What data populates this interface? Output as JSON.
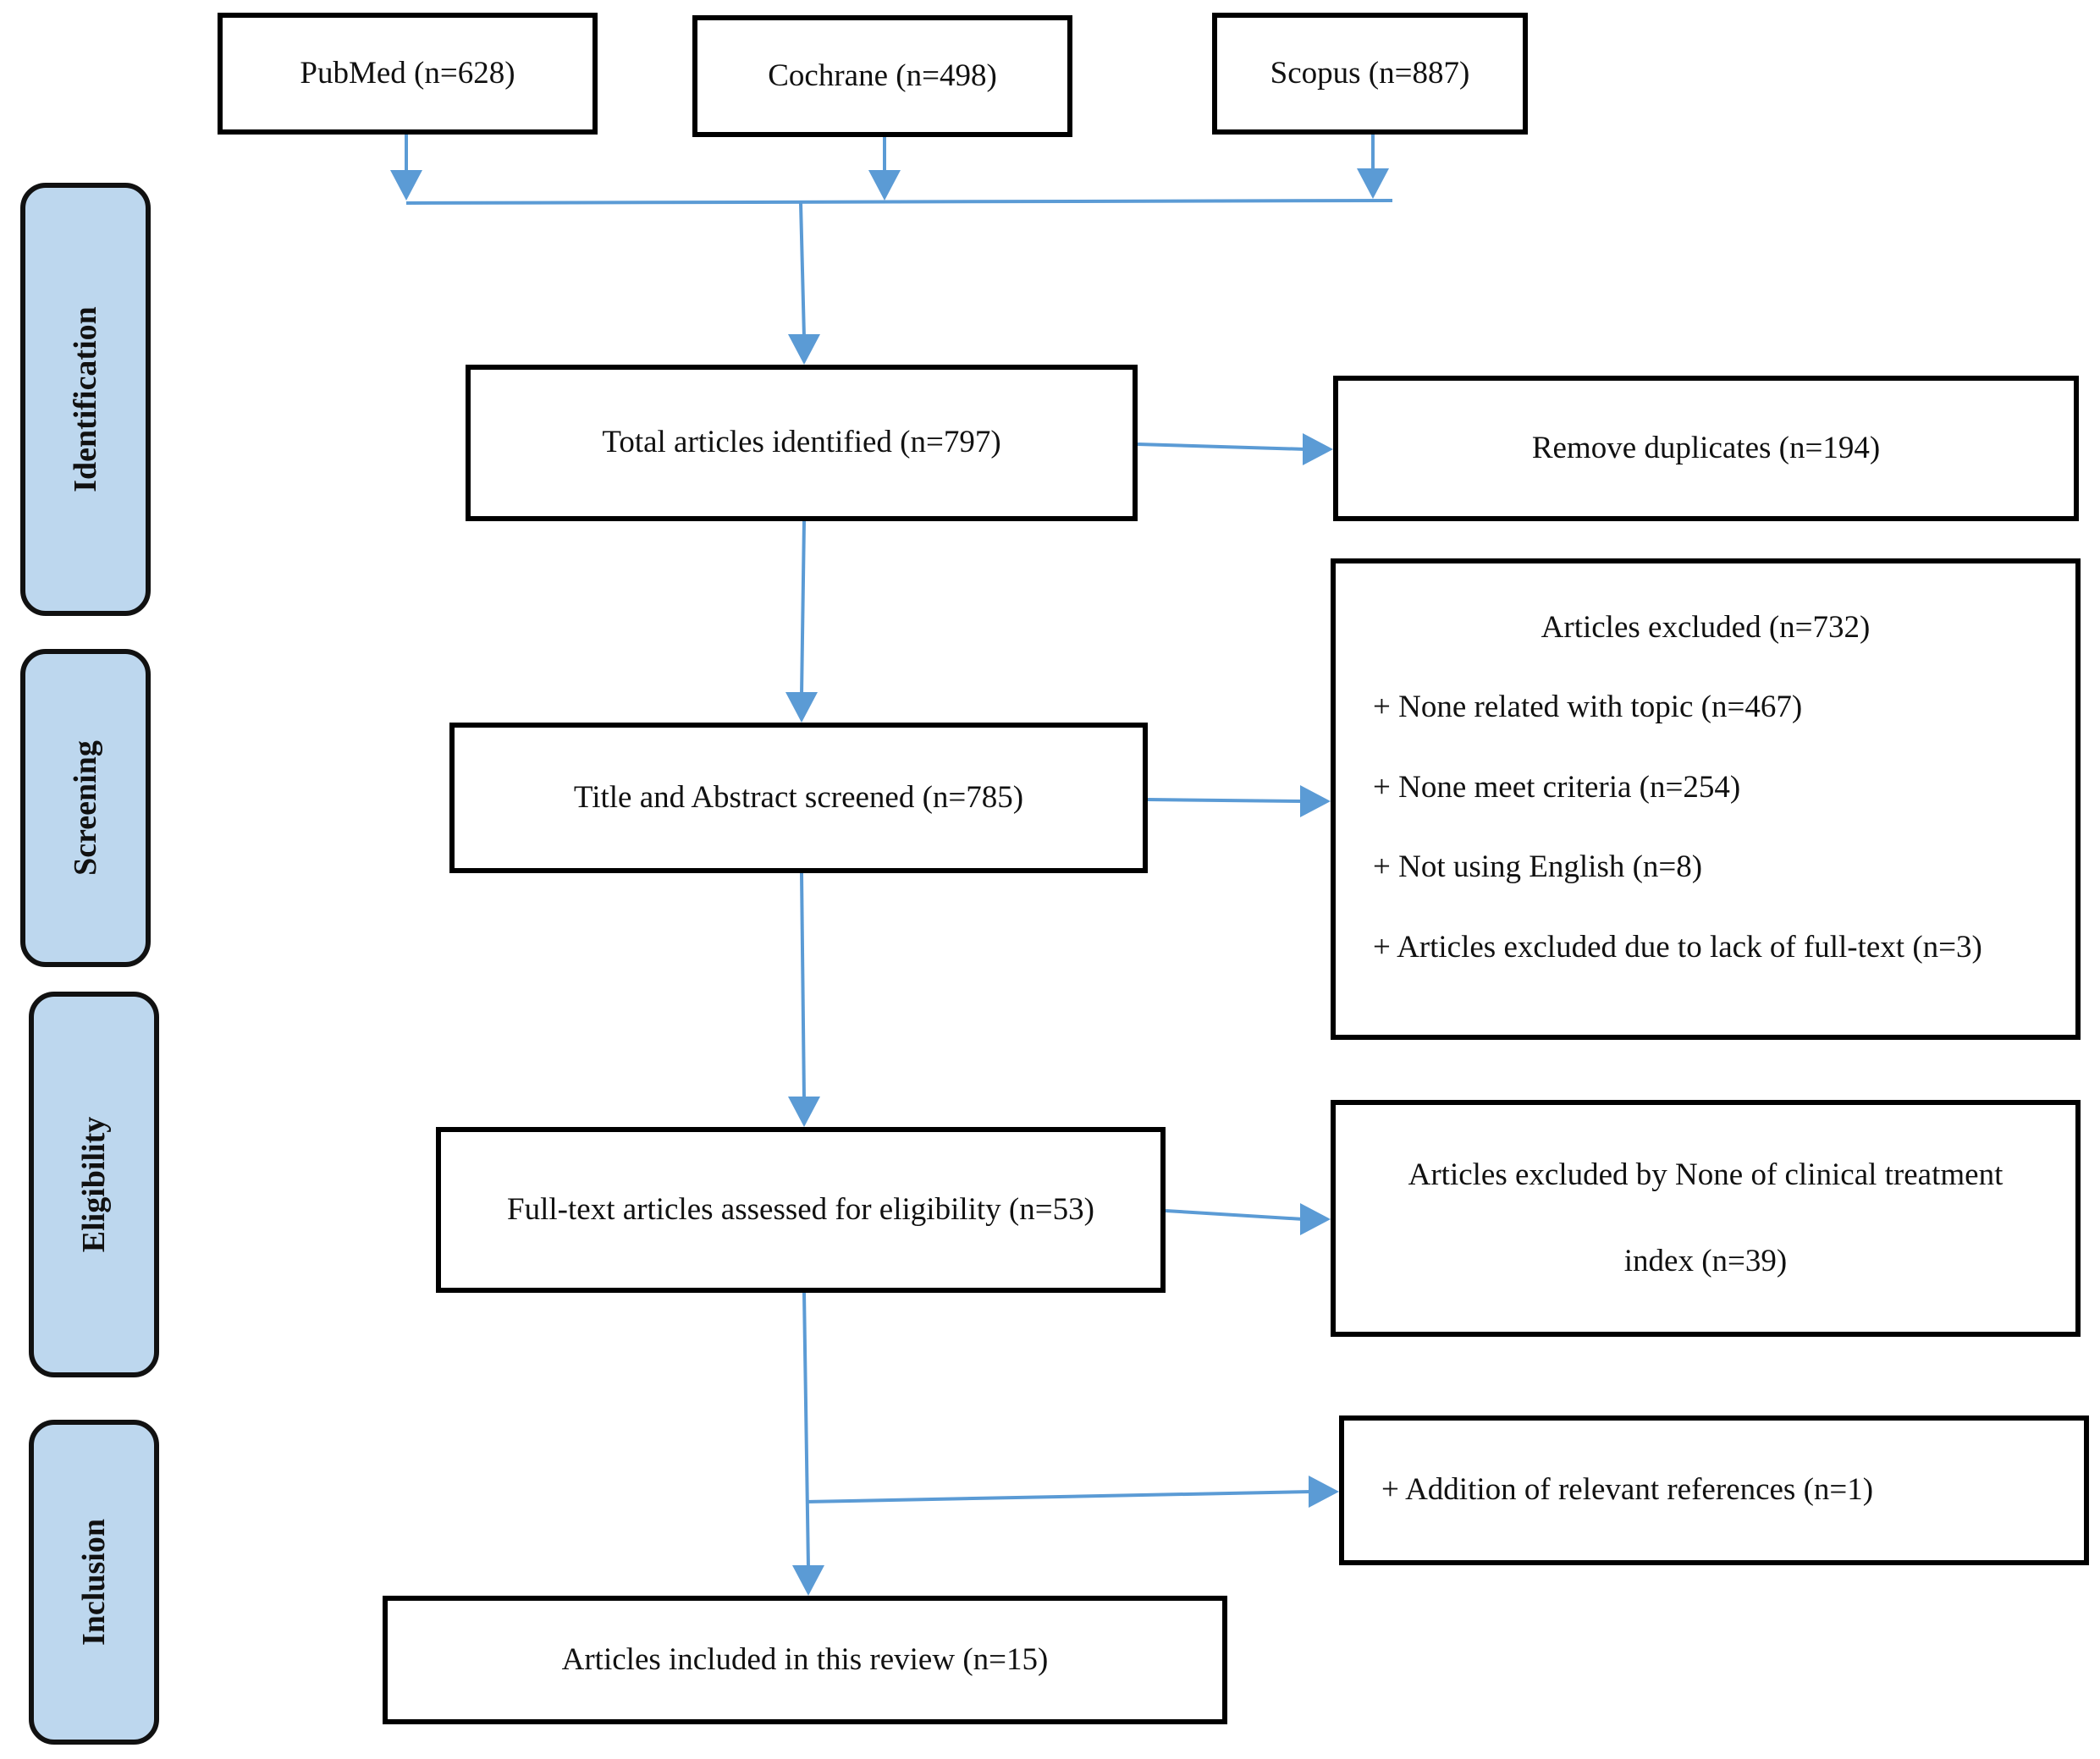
{
  "colors": {
    "connector": "#5b9bd5",
    "stage_fill": "#bdd7ee",
    "border": "#000000"
  },
  "stages": [
    {
      "label": "Identification"
    },
    {
      "label": "Screening"
    },
    {
      "label": "Eligibility"
    },
    {
      "label": "Inclusion"
    }
  ],
  "sources": [
    {
      "label": "PubMed (n=628)"
    },
    {
      "label": "Cochrane (n=498)"
    },
    {
      "label": "Scopus (n=887)"
    }
  ],
  "flow": {
    "identified": "Total articles identified (n=797)",
    "screened": "Title and Abstract screened (n=785)",
    "assessed": "Full-text articles assessed for eligibility (n=53)",
    "included": "Articles included in this review (n=15)"
  },
  "side": {
    "duplicates": "Remove duplicates (n=194)",
    "excluded": {
      "title": "Articles excluded (n=732)",
      "items": [
        "+ None related with topic (n=467)",
        "+ None meet criteria (n=254)",
        "+ Not using English (n=8)",
        "+ Articles excluded due to lack of full-text (n=3)"
      ]
    },
    "excluded_eligibility": "Articles excluded by None of clinical treatment index (n=39)",
    "addition": "+ Addition of relevant references (n=1)"
  }
}
